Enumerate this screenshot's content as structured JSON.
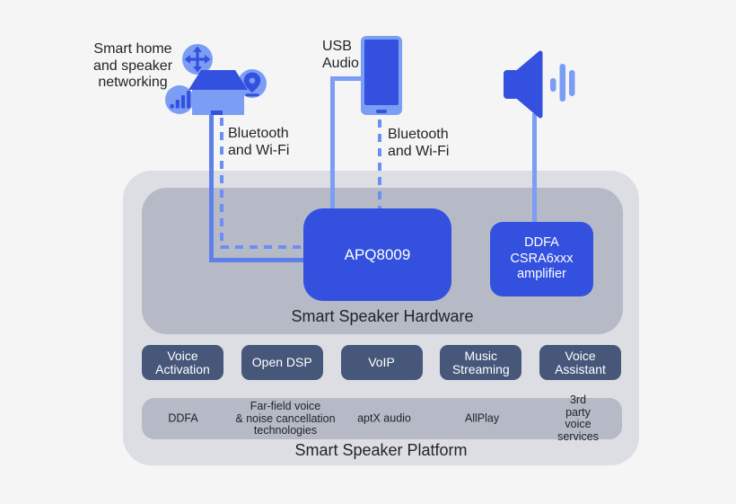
{
  "colors": {
    "background": "#F5F5F6",
    "platform_panel": "#DCDEE3",
    "hardware_panel": "#B5BAC6",
    "chip_blue": "#3351DE",
    "icon_light_blue": "#7C9DF4",
    "module_slate": "#46577A",
    "solid_line_blue": "#5F80EA",
    "dashed_line_blue": "#6D8EF2",
    "text_dark": "#212428",
    "text_white": "#FFFFFF"
  },
  "icons": [
    "move-icon",
    "location-pin-icon",
    "signal-bars-icon",
    "house-icon",
    "phone-icon",
    "speaker-icon",
    "sound-waves-icon"
  ],
  "peripherals": {
    "smart_home": {
      "label": "Smart home\nand speaker\nnetworking"
    },
    "usb": {
      "label": "USB\nAudio"
    }
  },
  "links": {
    "left": {
      "label": "Bluetooth\nand Wi-Fi"
    },
    "right": {
      "label": "Bluetooth\nand Wi-Fi"
    }
  },
  "hardware": {
    "title": "Smart Speaker Hardware",
    "soc": {
      "label": "APQ8009"
    },
    "amp": {
      "label": "DDFA\nCSRA6xxx\namplifier"
    }
  },
  "platform": {
    "title": "Smart Speaker Platform",
    "modules": [
      {
        "label": "Voice\nActivation"
      },
      {
        "label": "Open DSP"
      },
      {
        "label": "VoIP"
      },
      {
        "label": "Music\nStreaming"
      },
      {
        "label": "Voice\nAssistant"
      }
    ],
    "technologies": [
      {
        "label": "DDFA"
      },
      {
        "label": "Far-field voice\n& noise cancellation\ntechnologies"
      },
      {
        "label": "aptX audio"
      },
      {
        "label": "AllPlay"
      },
      {
        "label": "3rd party voice\nservices"
      }
    ]
  }
}
